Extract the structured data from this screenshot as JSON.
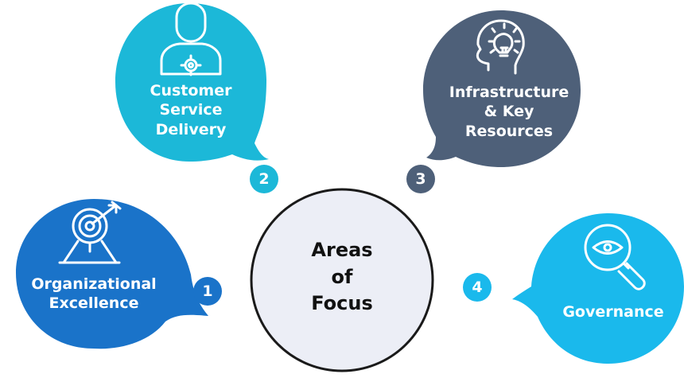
{
  "center": {
    "label_lines": [
      "Areas",
      "of",
      "Focus"
    ]
  },
  "areas": [
    {
      "number": "1",
      "label_lines": [
        "Organizational",
        "Excellence"
      ],
      "icon": "target-arrow-icon",
      "color": "#1a73c9"
    },
    {
      "number": "2",
      "label_lines": [
        "Customer",
        "Service",
        "Delivery"
      ],
      "icon": "person-gear-icon",
      "color": "#1cb8d8"
    },
    {
      "number": "3",
      "label_lines": [
        "Infrastructure",
        "& Key",
        "Resources"
      ],
      "icon": "head-lightbulb-icon",
      "color": "#4e6079"
    },
    {
      "number": "4",
      "label_lines": [
        "Governance"
      ],
      "icon": "magnifier-eye-icon",
      "color": "#1ab9ec"
    }
  ],
  "colors": {
    "center_fill": "#eceef6",
    "center_stroke": "#1a1a1a",
    "icon_stroke": "#ffffff"
  }
}
